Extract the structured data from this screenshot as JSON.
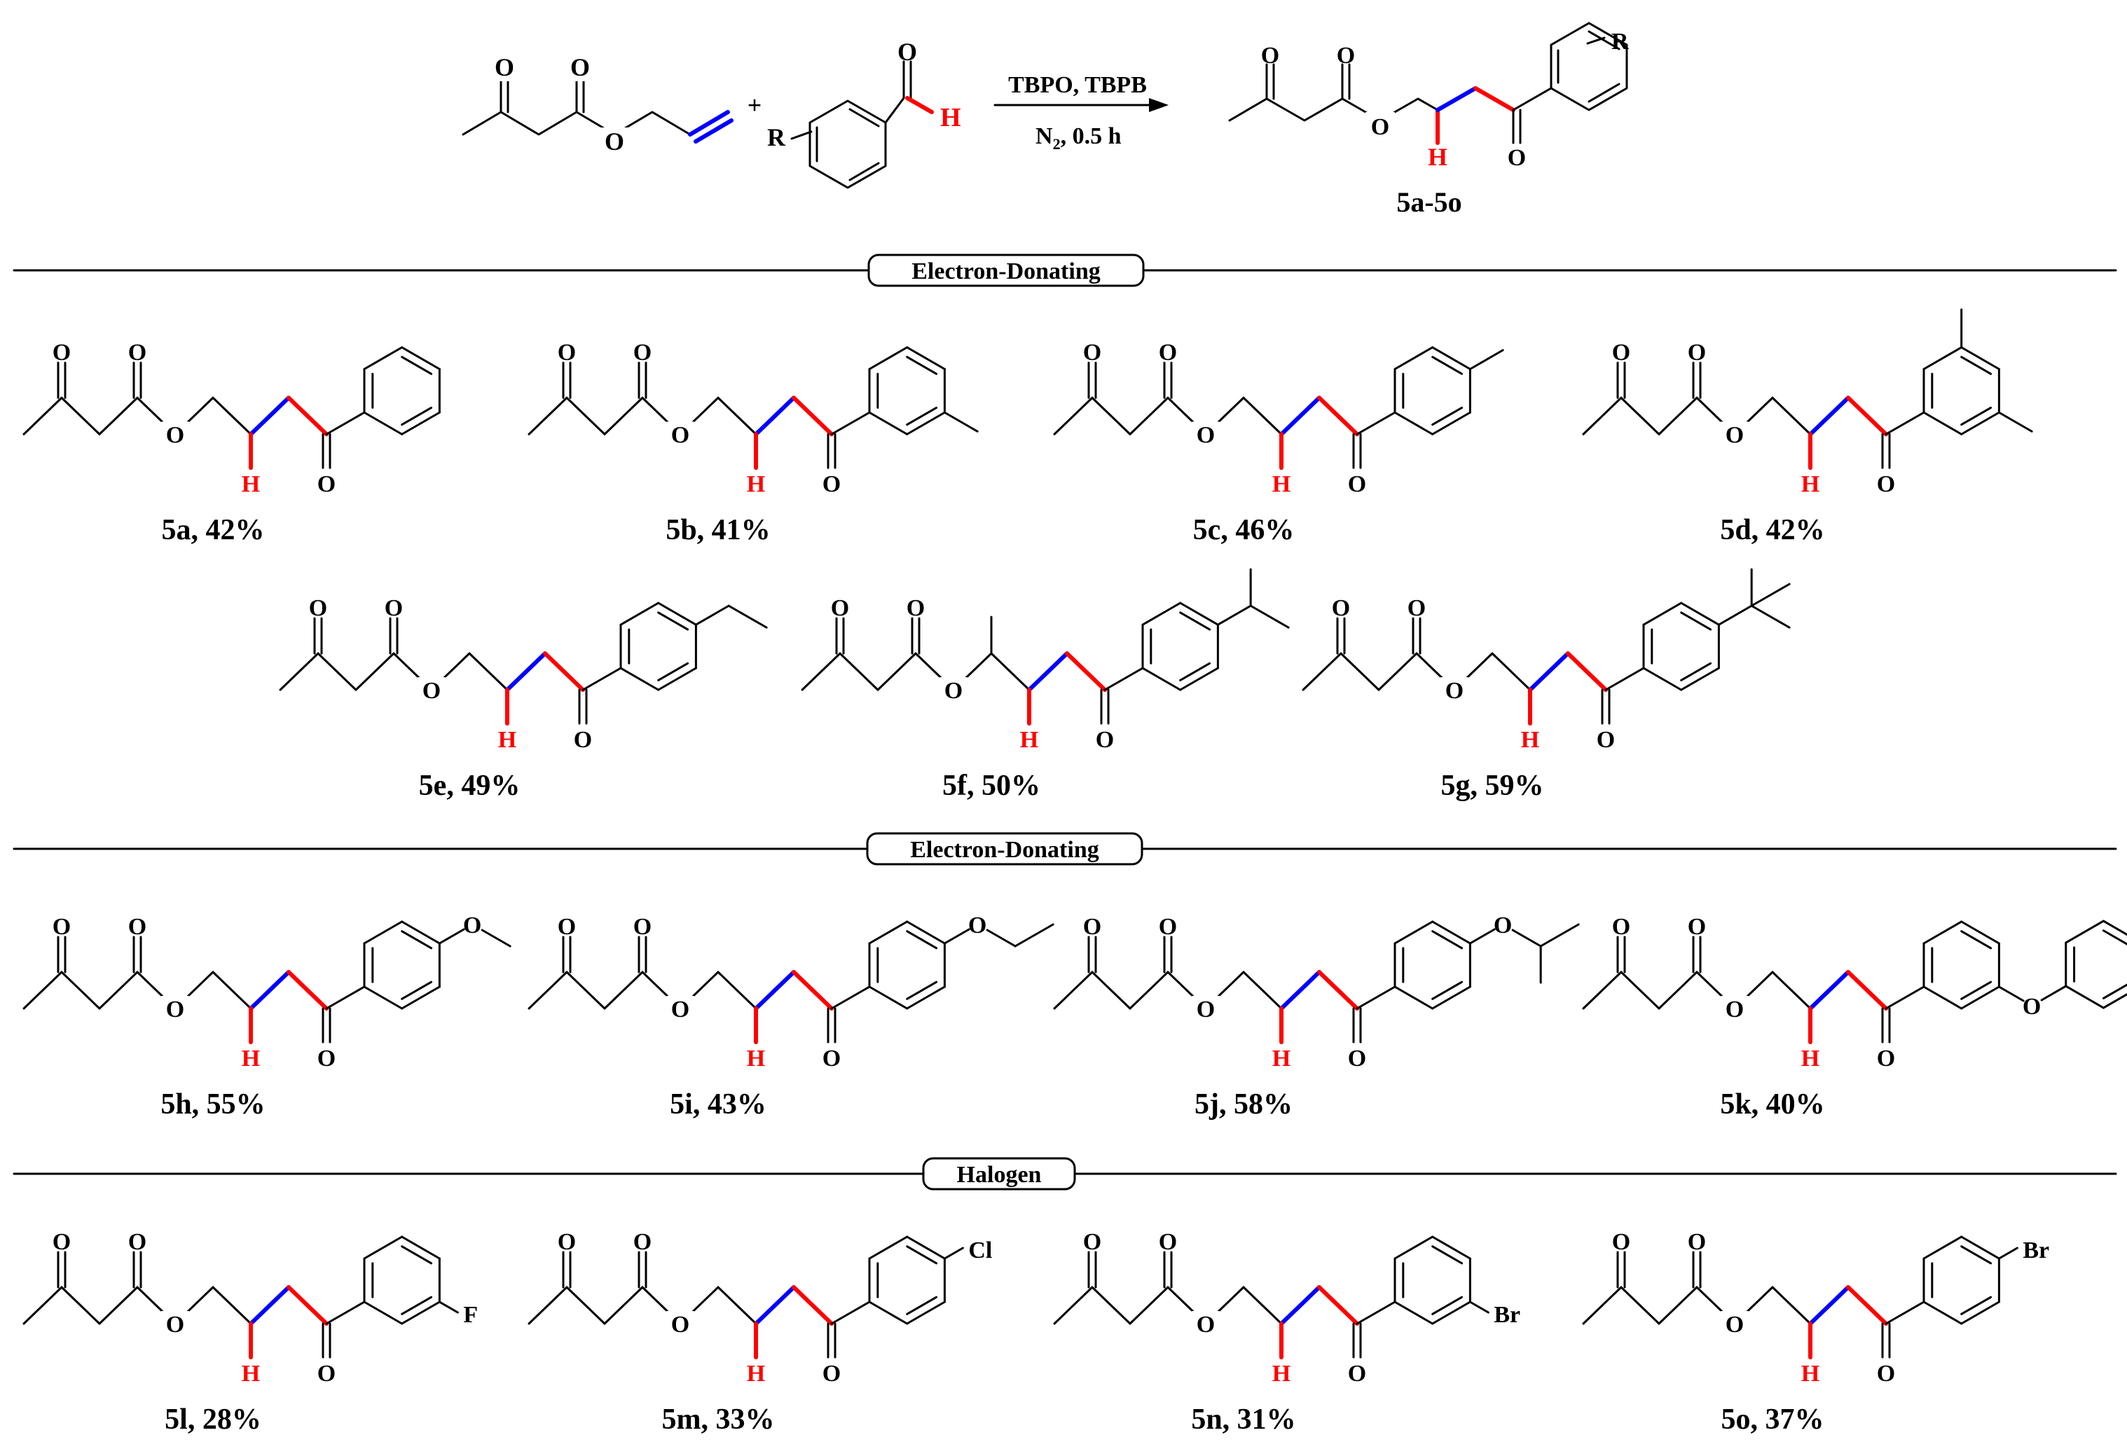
{
  "scheme": {
    "reagents": "TBPO, TBPB",
    "conditions_n2": "N",
    "conditions_sub": "2",
    "conditions_rest": ", 0.5 h",
    "plus": "+",
    "r_label": "R",
    "h_label": "H",
    "o_label": "O",
    "product_range": "5a-5o"
  },
  "sections": [
    {
      "label": "Electron-Donating"
    },
    {
      "label": "Electron-Donating"
    },
    {
      "label": "Halogen"
    }
  ],
  "compounds": [
    {
      "id": "5a",
      "caption": "5a, 42%",
      "substituent": "none"
    },
    {
      "id": "5b",
      "caption": "5b, 41%",
      "substituent": "3-methyl"
    },
    {
      "id": "5c",
      "caption": "5c, 46%",
      "substituent": "4-methyl"
    },
    {
      "id": "5d",
      "caption": "5d, 42%",
      "substituent": "3,5-dimethyl"
    },
    {
      "id": "5e",
      "caption": "5e, 49%",
      "substituent": "4-ethyl"
    },
    {
      "id": "5f",
      "caption": "5f, 50%",
      "substituent": "4-isopropyl"
    },
    {
      "id": "5g",
      "caption": "5g, 59%",
      "substituent": "4-tert-butyl"
    },
    {
      "id": "5h",
      "caption": "5h, 55%",
      "substituent": "4-methoxy"
    },
    {
      "id": "5i",
      "caption": "5i, 43%",
      "substituent": "4-ethoxy"
    },
    {
      "id": "5j",
      "caption": "5j, 58%",
      "substituent": "4-isopropoxy"
    },
    {
      "id": "5k",
      "caption": "5k, 40%",
      "substituent": "3-phenoxy"
    },
    {
      "id": "5l",
      "caption": "5l, 28%",
      "substituent": "3-fluoro",
      "atom": "F"
    },
    {
      "id": "5m",
      "caption": "5m, 33%",
      "substituent": "4-chloro",
      "atom": "Cl"
    },
    {
      "id": "5n",
      "caption": "5n, 31%",
      "substituent": "3-bromo",
      "atom": "Br"
    },
    {
      "id": "5o",
      "caption": "5o, 37%",
      "substituent": "4-bromo",
      "atom": "Br"
    }
  ],
  "colors": {
    "bond": "#000000",
    "new_bond_red": "#ff0000",
    "new_bond_blue": "#0000ff",
    "h_atom": "#ff0000"
  }
}
